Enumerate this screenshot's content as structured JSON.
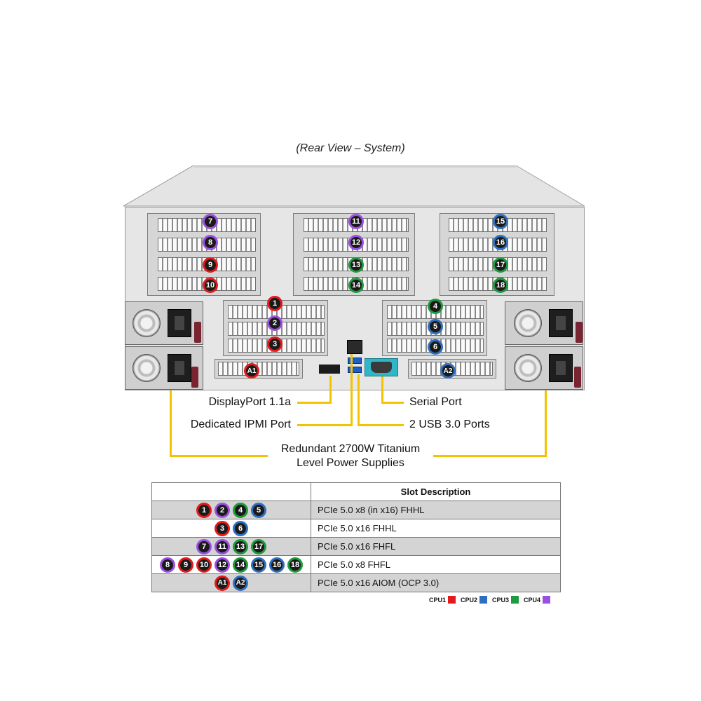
{
  "caption": "(Rear View – System)",
  "colors": {
    "CPU1": "#e41a1c",
    "CPU2": "#2f6fbf",
    "CPU3": "#1f9a3e",
    "CPU4": "#9b4fe0",
    "leader": "#f2c400"
  },
  "slots": {
    "s1": "1",
    "s2": "2",
    "s3": "3",
    "s4": "4",
    "s5": "5",
    "s6": "6",
    "s7": "7",
    "s8": "8",
    "s9": "9",
    "s10": "10",
    "s11": "11",
    "s12": "12",
    "s13": "13",
    "s14": "14",
    "s15": "15",
    "s16": "16",
    "s17": "17",
    "s18": "18",
    "sA1": "A1",
    "sA2": "A2"
  },
  "callouts": {
    "displayport": "DisplayPort 1.1a",
    "ipmi": "Dedicated IPMI Port",
    "serial": "Serial Port",
    "usb": "2 USB 3.0 Ports",
    "psu_line1": "Redundant 2700W Titanium",
    "psu_line2": "Level Power Supplies"
  },
  "table": {
    "header": "Slot Description",
    "rows": [
      {
        "slots": [
          "1",
          "2",
          "4",
          "5"
        ],
        "cpus": [
          "c1",
          "c4",
          "c3",
          "c2"
        ],
        "desc": "PCIe 5.0 x8 (in x16) FHHL"
      },
      {
        "slots": [
          "3",
          "6"
        ],
        "cpus": [
          "c1",
          "c2"
        ],
        "desc": "PCIe 5.0 x16 FHHL"
      },
      {
        "slots": [
          "7",
          "11",
          "13",
          "17"
        ],
        "cpus": [
          "c4",
          "c4",
          "c3",
          "c3"
        ],
        "desc": "PCIe 5.0 x16 FHFL"
      },
      {
        "slots": [
          "8",
          "9",
          "10",
          "12",
          "14",
          "15",
          "16",
          "18"
        ],
        "cpus": [
          "c4",
          "c1",
          "c1",
          "c4",
          "c3",
          "c2",
          "c2",
          "c3"
        ],
        "desc": "PCIe 5.0 x8 FHFL"
      },
      {
        "slots": [
          "A1",
          "A2"
        ],
        "cpus": [
          "c1",
          "c2"
        ],
        "desc": "PCIe 5.0 x16 AIOM (OCP 3.0)"
      }
    ]
  },
  "legend": {
    "cpu1": "CPU1",
    "cpu2": "CPU2",
    "cpu3": "CPU3",
    "cpu4": "CPU4"
  }
}
